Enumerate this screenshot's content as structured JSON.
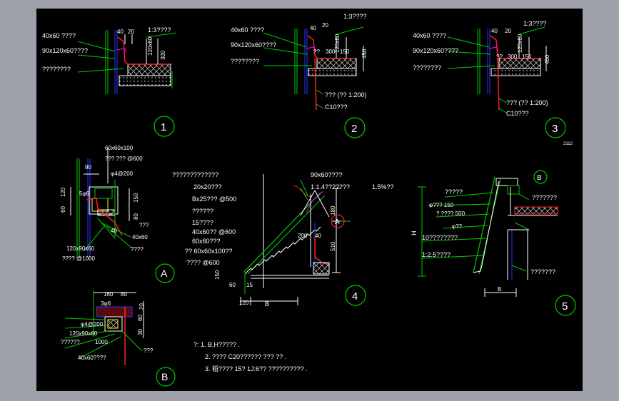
{
  "colors": {
    "background": "#9ea1a9",
    "canvas": "#000000",
    "line_white": "#ffffff",
    "line_green": "#00cc00",
    "line_blue": "#2a34ff",
    "line_red": "#ff2020",
    "line_yellow": "#ffff00",
    "line_magenta": "#ff00ff",
    "line_cyan": "#00ffff"
  },
  "detail1": {
    "label1": "40x60 ????",
    "label2": "90x120x60????",
    "label3": "????????",
    "dim_40": "40",
    "dim_20": "20",
    "slope": "1:3????",
    "dim_120": "120x60",
    "dim_300": "300",
    "num": "1"
  },
  "detail2": {
    "label1": "40x60 ????",
    "label2": "90x120x60????",
    "label3": "????????",
    "dim_40": "40",
    "dim_20": "20",
    "slope": "1:3????",
    "dim_120": "120x60",
    "d_a": "??",
    "d_b": "300",
    "d_c": "150",
    "dim_450": "450",
    "note1": "??? (?? 1:200)",
    "note2": "C10???",
    "num": "2"
  },
  "detail3": {
    "label1": "40x60 ????",
    "label2": "90x120x60????",
    "label3": "????????",
    "dim_40": "40",
    "dim_20": "20",
    "slope": "1:3????",
    "dim_120": "120x60",
    "d_a": "??",
    "d_b": "300",
    "d_c": "150",
    "dim_450": "450",
    "note1": "??? (?? 1:200)",
    "note2": "C10???",
    "num": "3"
  },
  "corner_tag": "2112",
  "detailA": {
    "top1": "60x60x100",
    "top2": "??? ??? @600",
    "dim_90": "90",
    "rebar": "φ4@200",
    "dim_60": "60",
    "dim_120": "120",
    "bar": "5φ6",
    "dim_150": "150",
    "dim_80": "80",
    "dim_40": "40",
    "note1": "40x60",
    "note2": "????",
    "note3": "???",
    "bottom1": "120x90x60",
    "bottom2": "???? @1000",
    "num": "A"
  },
  "detailB": {
    "dim_160": "160",
    "dim_80": "80",
    "dim_20": "20",
    "bar": "3φ6",
    "dim_60": "60",
    "dim_30": "30",
    "rebar": "φ4@200",
    "label1": "120x90x60",
    "label2": "??????",
    "label3": "1000",
    "label4": "40x60????",
    "note": "???",
    "num": "B"
  },
  "detail4": {
    "left": [
      "?????????????",
      "20x20???",
      "Bx25??? @500",
      "??????",
      "15????",
      "40x60?? @600",
      "60x60???",
      "?? 60x60x100??",
      "???? @600"
    ],
    "top1": "90x60????",
    "top2": "1:1.4???????",
    "slope_pct": "1.5%??",
    "dim_180": "180",
    "dim_510": "510",
    "dim_200": "200",
    "dim_40": "40",
    "dim_60": "60",
    "dim_15": "15",
    "dim_120": "120",
    "dim_B": "B",
    "dim_150": "150",
    "callout": "A",
    "num": "4"
  },
  "detail5": {
    "callout": "B",
    "labels": [
      "?????",
      "φ??? 150",
      "?.???? 500",
      "φ??",
      "10????????",
      "1:2.5????",
      "???????",
      "???????"
    ],
    "dim_H": "H",
    "dim_B": "B",
    "num": "5"
  },
  "notes": {
    "line1": "?: 1. B,H?????  .",
    "line2": "2. ???? C20??????  ??? ??  .",
    "line3": "3. 稻???? 15? 1J:6?? ??????????     ."
  }
}
